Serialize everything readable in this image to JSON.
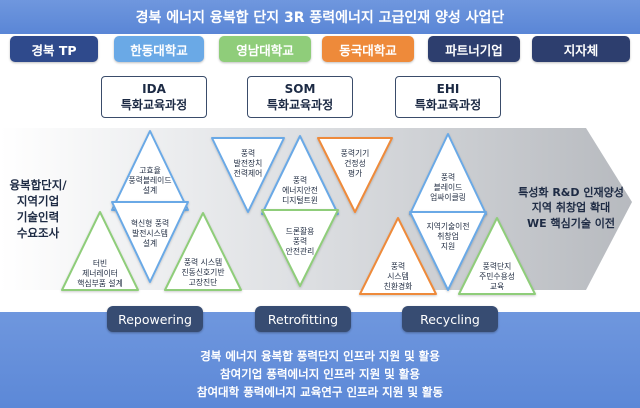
{
  "header": {
    "title": "경북 에너지 융복합 단지 3R 풍력에너지 고급인재 양성 사업단"
  },
  "organizations": [
    {
      "label": "경북 TP",
      "color": "#2f4a8c"
    },
    {
      "label": "한동대학교",
      "color": "#6aa9e6"
    },
    {
      "label": "영남대학교",
      "color": "#8fcd7a"
    },
    {
      "label": "동국대학교",
      "color": "#ee8a3a"
    },
    {
      "label": "파트너기업",
      "color": "#2d3e6e"
    },
    {
      "label": "지자체",
      "color": "#2d3e6e"
    }
  ],
  "courses": [
    {
      "line1": "IDA",
      "line2": "특화교육과정"
    },
    {
      "line1": "SOM",
      "line2": "특화교육과정"
    },
    {
      "line1": "EHI",
      "line2": "특화교육과정"
    }
  ],
  "left_label": {
    "l1": "융복합단지/",
    "l2": "지역기업",
    "l3": "기술인력",
    "l4": "수요조사"
  },
  "right_label": {
    "l1": "특성화 R&D 인재양성",
    "l2": "지역 취창업 확대",
    "l3": "WE 핵심기술 이전"
  },
  "triangles": [
    {
      "l1": "고효율",
      "l2": "풍력블레이드",
      "l3": "설계",
      "color": "#6aa9e6"
    },
    {
      "l1": "혁신형 풍력",
      "l2": "발전시스템",
      "l3": "설계",
      "color": "#6aa9e6"
    },
    {
      "l1": "터빈",
      "l2": "제너레이터",
      "l3": "핵심부품 설계",
      "color": "#8fcd7a"
    },
    {
      "l1": "풍력",
      "l2": "발전장치",
      "l3": "전력제어",
      "color": "#6aa9e6"
    },
    {
      "l1": "풍력",
      "l2": "에너지안전",
      "l3": "디지털트윈",
      "color": "#6aa9e6"
    },
    {
      "l1": "풍력기기",
      "l2": "건정성",
      "l3": "평가",
      "color": "#ee8a3a"
    },
    {
      "l1": "풍력 시스템",
      "l2": "진동신호기반",
      "l3": "고장진단",
      "color": "#8fcd7a"
    },
    {
      "l1": "드론활용",
      "l2": "풍력",
      "l3": "안전관리",
      "color": "#8fcd7a"
    },
    {
      "l1": "풍력",
      "l2": "블레이드",
      "l3": "업싸이클링",
      "color": "#6aa9e6"
    },
    {
      "l1": "풍력",
      "l2": "시스템",
      "l3": "친환경화",
      "color": "#ee8a3a"
    },
    {
      "l1": "지역기술이전",
      "l2": "취창업",
      "l3": "지원",
      "color": "#6aa9e6"
    },
    {
      "l1": "풍력단지",
      "l2": "주민수용성",
      "l3": "교육",
      "color": "#8fcd7a"
    }
  ],
  "phases": [
    "Repowering",
    "Retrofitting",
    "Recycling"
  ],
  "footer": {
    "line1": "경북 에너지 융복합 풍력단지 인프라 지원 및 활용",
    "line2": "참여기업 풍력에너지 인프라 지원 및 활용",
    "line3": "참여대학 풍력에너지 교육연구 인프라 지원 및 활동"
  }
}
